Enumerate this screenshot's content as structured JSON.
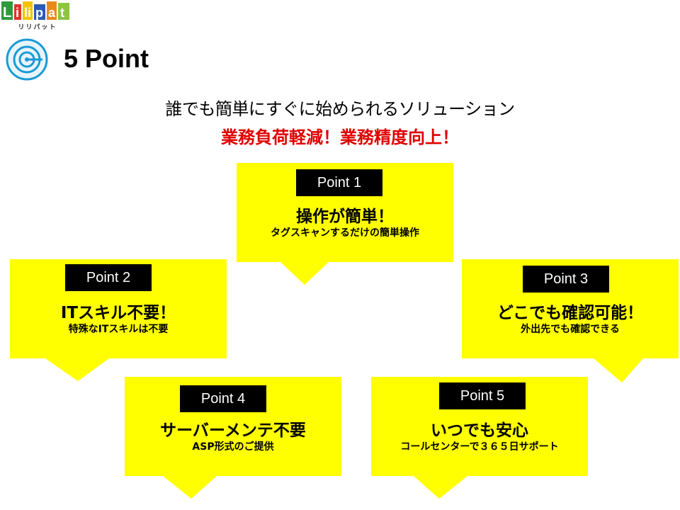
{
  "logo": {
    "text": "LiLiPat",
    "sub": "リリパット"
  },
  "page_title": "5 Point",
  "subtitle": "誰でも簡単にすぐに始められるソリューション",
  "headline": "業務負荷軽減！業務精度向上！",
  "colors": {
    "card_bg": "#ffff00",
    "tag_bg": "#000000",
    "headline": "#e00000",
    "icon": "#1a9ad6"
  },
  "points": [
    {
      "tag": "Point 1",
      "title": "操作が簡単！",
      "desc": "タグスキャンするだけの簡単操作"
    },
    {
      "tag": "Point 2",
      "title": "ITスキル不要！",
      "desc": "特殊なITスキルは不要"
    },
    {
      "tag": "Point 3",
      "title": "どこでも確認可能！",
      "desc": "外出先でも確認できる"
    },
    {
      "tag": "Point 4",
      "title": "サーバーメンテ不要",
      "desc": "ASP形式のご提供"
    },
    {
      "tag": "Point 5",
      "title": "いつでも安心",
      "desc": "コールセンターで３６５日サポート"
    }
  ]
}
